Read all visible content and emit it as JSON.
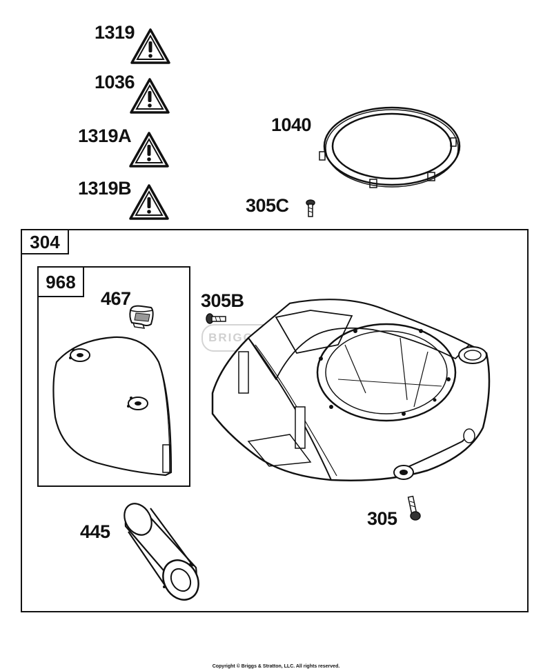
{
  "warnings": [
    {
      "label": "1319",
      "icon": "warning-triangle-icon"
    },
    {
      "label": "1036",
      "icon": "warning-triangle-icon"
    },
    {
      "label": "1319A",
      "icon": "warning-triangle-icon"
    },
    {
      "label": "1319B",
      "icon": "warning-triangle-icon"
    }
  ],
  "parts": {
    "p1040": "1040",
    "p305C": "305C",
    "p305B": "305B",
    "p467": "467",
    "p305": "305",
    "p445": "445"
  },
  "groups": {
    "outer": "304",
    "inner": "968"
  },
  "watermark": "BRIGGS & STRATTON",
  "copyright": "Copyright © Briggs & Stratton, LLC. All rights reserved.",
  "colors": {
    "ink": "#111111",
    "watermark": "#d0d0d0"
  }
}
